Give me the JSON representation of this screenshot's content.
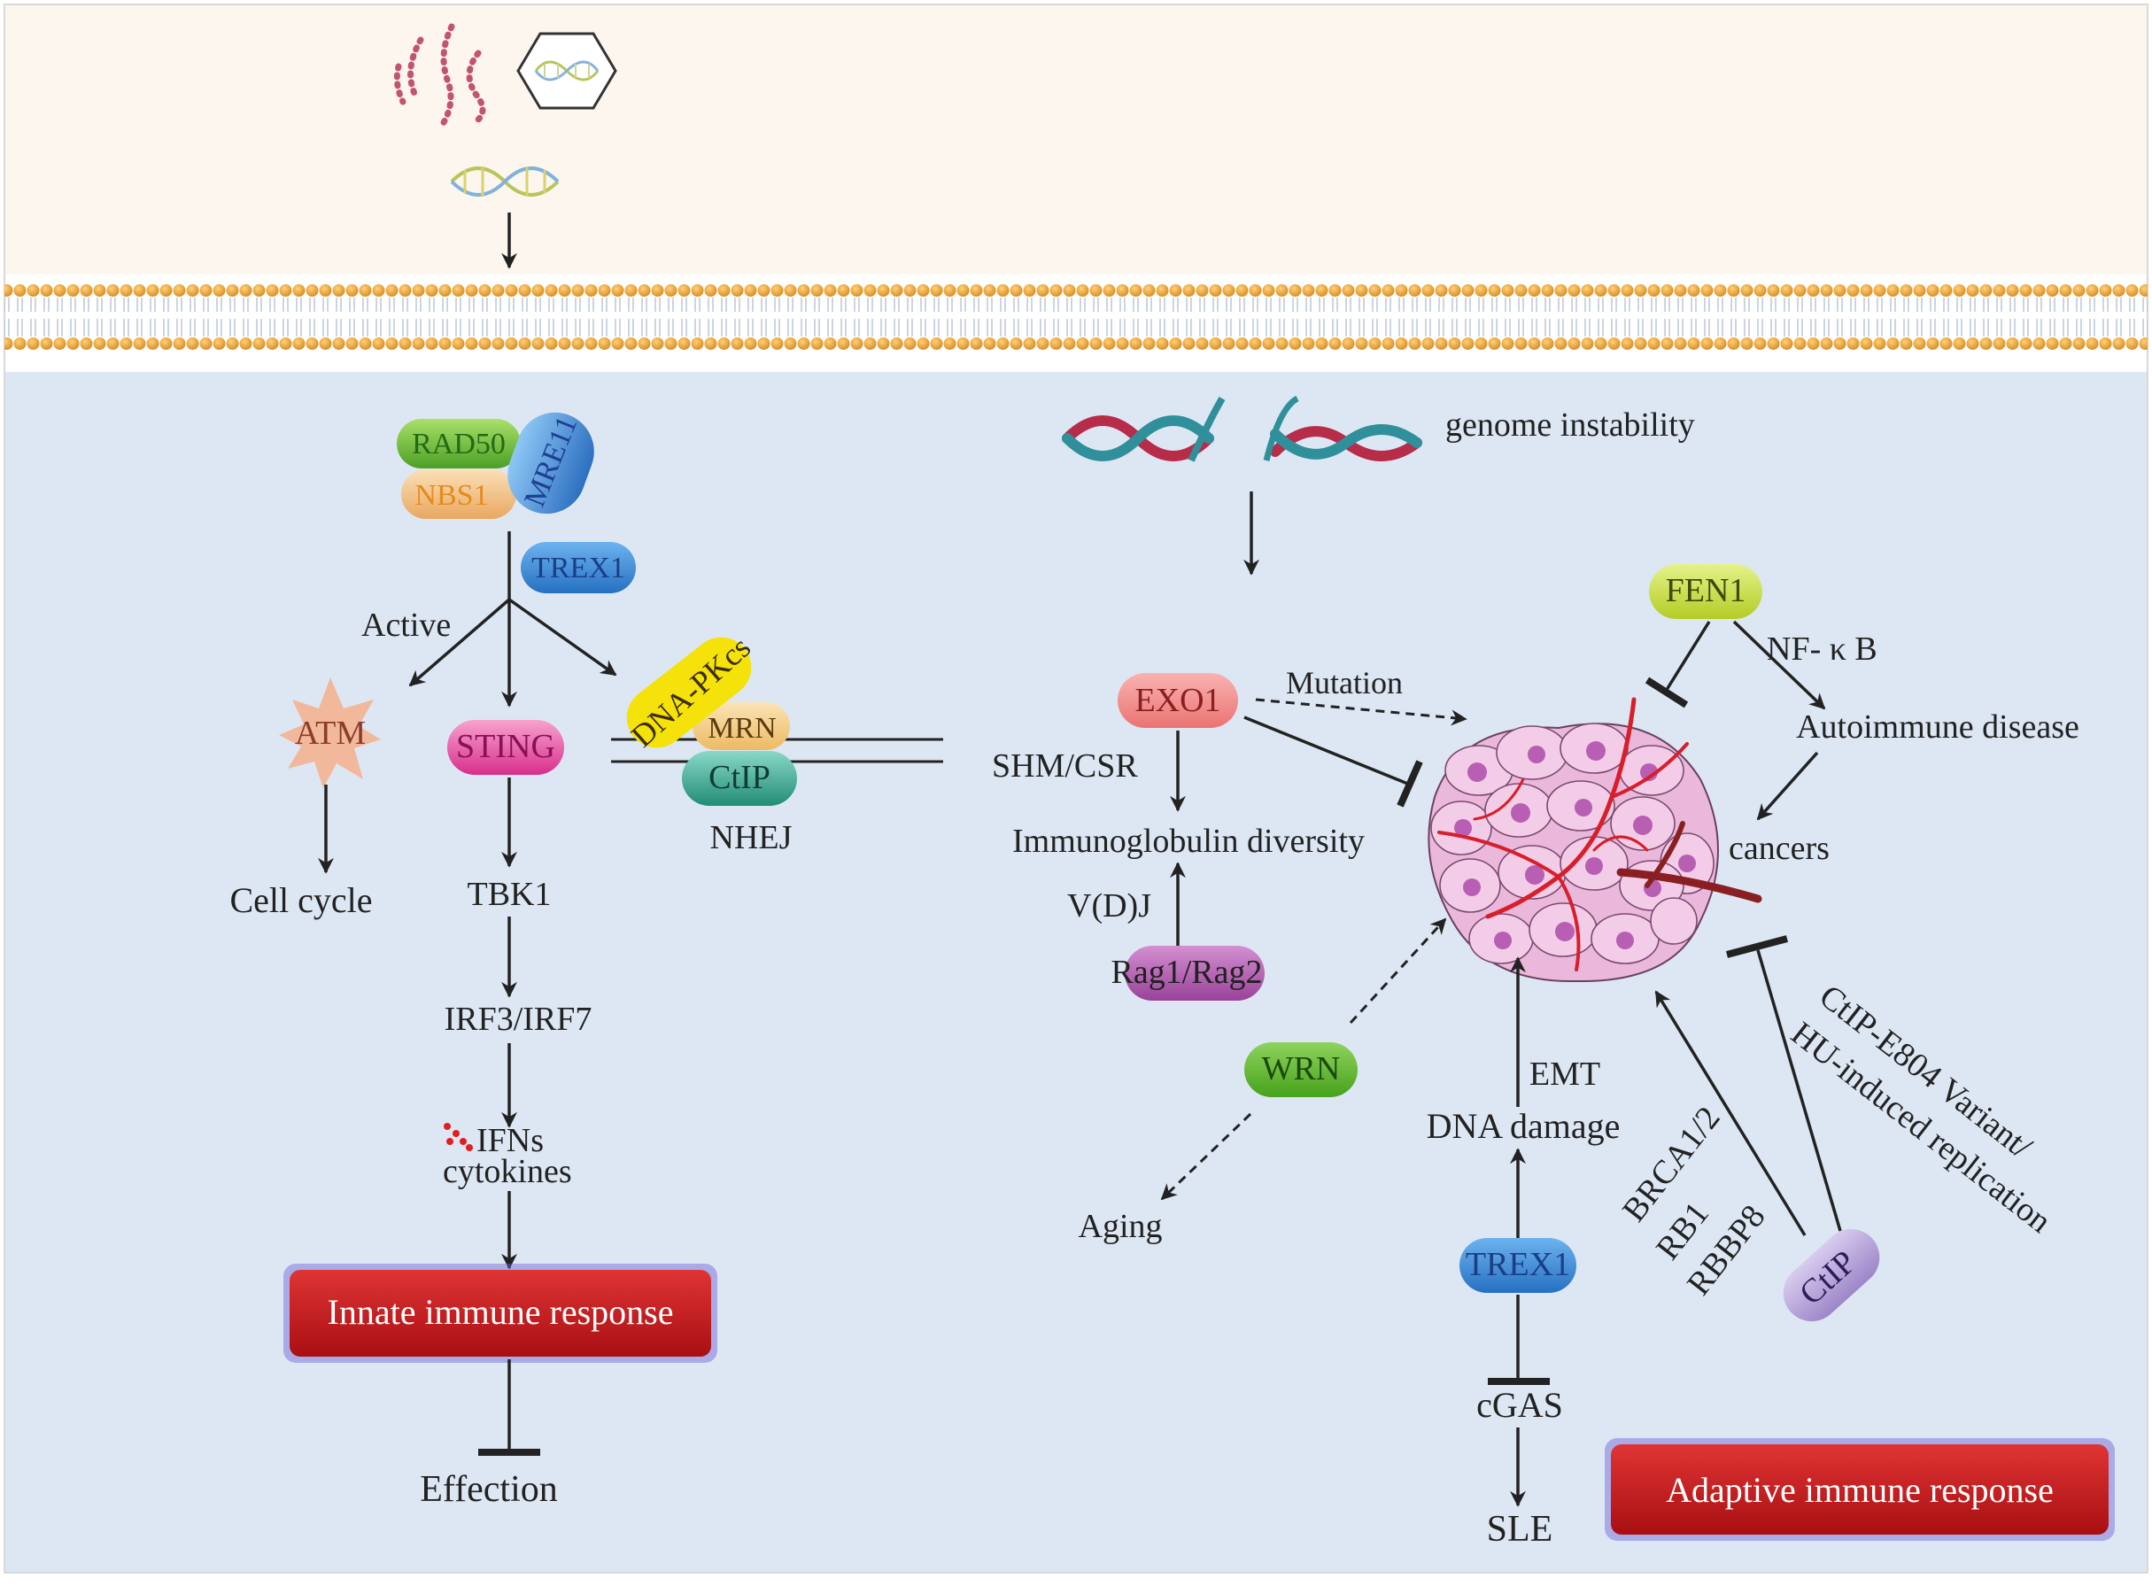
{
  "membrane_bilayer": "",
  "nodes": {
    "rad50": "RAD50",
    "nbs1": "NBS1",
    "mre11": "MRE11",
    "trex1_left": "TREX1",
    "active": "Active",
    "atm": "ATM",
    "sting": "STING",
    "dna_pkcs": "DNA-PKcs",
    "mrn": "MRN",
    "ctip_complex": "CtIP",
    "nhej": "NHEJ",
    "cell_cycle": "Cell cycle",
    "tbk1": "TBK1",
    "irf": "IRF3/IRF7",
    "ifns": "IFNs",
    "cytokines": "cytokines",
    "innate": "Innate immune response",
    "effection": "Effection",
    "genome_instability": "genome instability",
    "exo1": "EXO1",
    "mutation": "Mutation",
    "shm_csr": "SHM/CSR",
    "ig_diversity": "Immunoglobulin diversity",
    "vdj": "V(D)J",
    "rag": "Rag1/Rag2",
    "wrn": "WRN",
    "aging": "Aging",
    "fen1": "FEN1",
    "nfkb": "NF- κ B",
    "autoimmune": "Autoimmune disease",
    "cancers": "cancers",
    "emt": "EMT",
    "dna_damage": "DNA damage",
    "trex1_right": "TREX1",
    "cgas": "cGAS",
    "sle": "SLE",
    "brca": "BRCA1/2",
    "rb1": "RB1",
    "rbbp8": "RBBP8",
    "ctip_right": "CtIP",
    "ctip_variant": "CtIP-E804 Variant/",
    "hu_replication": "HU-induced replication",
    "adaptive": "Adaptive immune response"
  },
  "colors": {
    "extracellular": "#fdf6ee",
    "cytoplasm": "#dde7f4",
    "membrane_head": "#e8a33a",
    "response_box": "#c81e1e",
    "rad50": "#6fbf3a",
    "nbs1": "#f0c080",
    "mre11": "#3a82d0",
    "trex1": "#3a87d4",
    "atm": "#f1b89b",
    "sting": "#e0449a",
    "dna_pkcs": "#f5e20a",
    "mrn": "#f3c879",
    "ctip": "#2fa88f",
    "exo1": "#f08a8a",
    "rag": "#b05cb0",
    "wrn": "#5ab82e",
    "fen1": "#c8de3c",
    "ctip_right": "#b9a6d8",
    "tumor_cell": "#efc6e2",
    "tumor_nucleus": "#b85fb4",
    "vessel": "#d81e2a"
  },
  "icons": [
    "bacteria-icon",
    "virus-icon",
    "dna-icon",
    "damaged-dna-icon",
    "tumor-icon",
    "cytokine-dots-icon"
  ]
}
